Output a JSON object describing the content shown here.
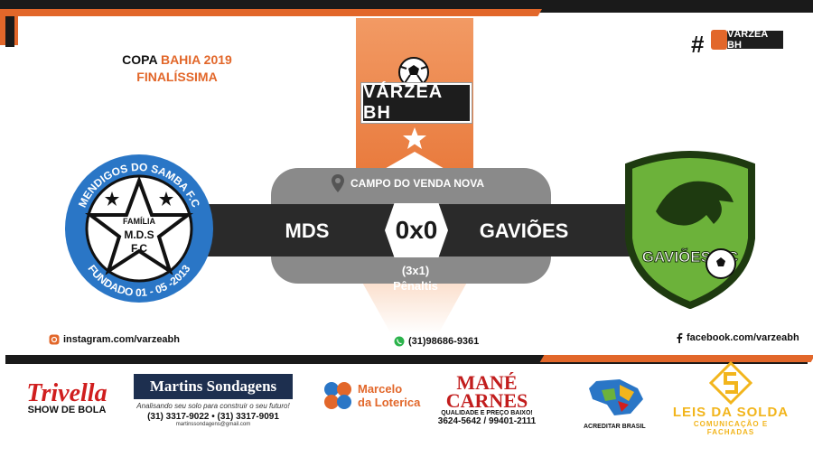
{
  "header": {
    "competition": "COPA",
    "competition_name": "BAHIA 2019",
    "stage": "FINALÍSSIMA",
    "brand": "VÁRZEA BH",
    "hashtag": "#",
    "hashtag_brand": "VÁRZEA BH"
  },
  "match": {
    "venue": "CAMPO DO VENDA NOVA",
    "home_team": "MDS",
    "away_team": "GAVIÕES",
    "score": "0x0",
    "penalty_score": "(3x1)",
    "penalty_label": "Pênaltis"
  },
  "home_crest": {
    "top_text": "MENDIGOS DO SAMBA F.C",
    "bottom_text": "FUNDADO 01 - 05 -2013",
    "center_top": "FAMÍLIA",
    "center_mid": "M.D.S",
    "center_bottom": "F.C"
  },
  "away_crest": {
    "text": "GAVIÕES F.C"
  },
  "social": {
    "instagram": "instagram.com/varzeabh",
    "whatsapp": "(31)98686-9361",
    "facebook": "facebook.com/varzeabh"
  },
  "sponsors": {
    "trivella_name": "Trivella",
    "trivella_sub": "SHOW DE BOLA",
    "martins_name": "Martins Sondagens",
    "martins_tagline": "Analisando seu solo para construir o seu futuro!",
    "martins_phones": "(31) 3317-9022  •  (31) 3317-9091",
    "martins_email": "martinssondagens@gmail.com",
    "marcelo_line1": "Marcelo",
    "marcelo_line2": "da Loterica",
    "mane_name": "MANÉ CARNES",
    "mane_tag": "QUALIDADE E PREÇO BAIXO!",
    "mane_phones": "3624-5642 / 99401-2111",
    "acreditar_text": "ACREDITAR BRASIL",
    "leis_name": "LEIS DA SOLDA",
    "leis_sub": "COMUNICAÇÃO E FACHADAS"
  },
  "colors": {
    "accent": "#e2672a",
    "dark": "#1a1a1a",
    "gray_panel": "#8a8a8a",
    "home_blue": "#2a76c6",
    "away_green": "#6cb23a"
  }
}
